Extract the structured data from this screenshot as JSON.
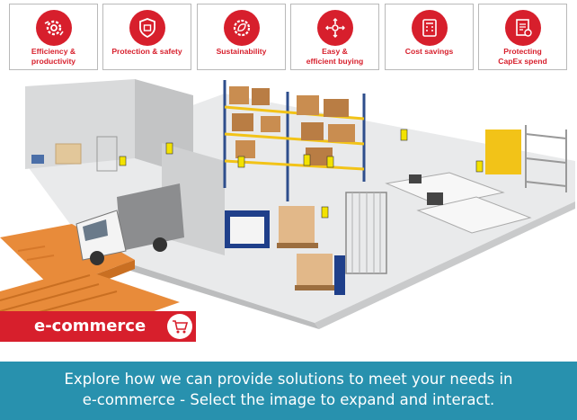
{
  "cards": [
    {
      "label": "Efficiency &\nproductivity",
      "icon": "gear-speed-icon"
    },
    {
      "label": "Protection & safety",
      "icon": "shield-box-icon"
    },
    {
      "label": "Sustainability",
      "icon": "leaf-gear-icon"
    },
    {
      "label": "Easy &\nefficient buying",
      "icon": "compass-arrows-icon"
    },
    {
      "label": "Cost savings",
      "icon": "calculator-icon"
    },
    {
      "label": "Protecting\nCapEx spend",
      "icon": "document-money-icon"
    }
  ],
  "badge": {
    "label": "e-commerce",
    "icon": "shopping-cart-icon"
  },
  "caption": {
    "line1": "Explore how we can provide solutions to meet your needs in",
    "line2": "e-commerce - Select the image to expand and interact."
  },
  "colors": {
    "brand_red": "#d71f2c",
    "caption_bg": "#2891ae",
    "card_border": "#b9b9b9"
  }
}
